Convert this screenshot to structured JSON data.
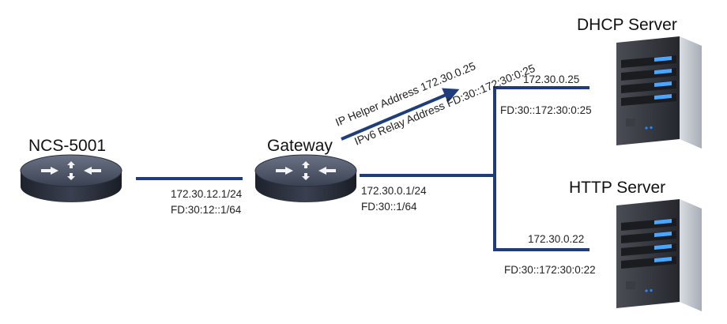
{
  "devices": {
    "ncs": {
      "label": "NCS-5001"
    },
    "gateway": {
      "label": "Gateway"
    },
    "dhcp": {
      "label": "DHCP Server"
    },
    "http": {
      "label": "HTTP Server"
    }
  },
  "links": {
    "ncs_gateway": {
      "ipv4": "172.30.12.1/24",
      "ipv6": "FD:30:12::1/64"
    },
    "gateway_lan": {
      "ipv4": "172.30.0.1/24",
      "ipv6": "FD:30::1/64"
    },
    "dhcp": {
      "ipv4": "172.30.0.25",
      "ipv6": "FD:30::172:30:0:25"
    },
    "http": {
      "ipv4": "172.30.0.22",
      "ipv6": "FD:30::172:30:0:22"
    }
  },
  "relay": {
    "ipv4_helper": "IP Helper Address 172.30.0.25",
    "ipv6_relay": "IPv6 Relay Address FD:30::172:30:0:25"
  },
  "colors": {
    "link": "#1f3d7a",
    "router_body": "#2a2f3d",
    "server_body": "#2d2f36",
    "server_led": "#4aa6ff"
  }
}
